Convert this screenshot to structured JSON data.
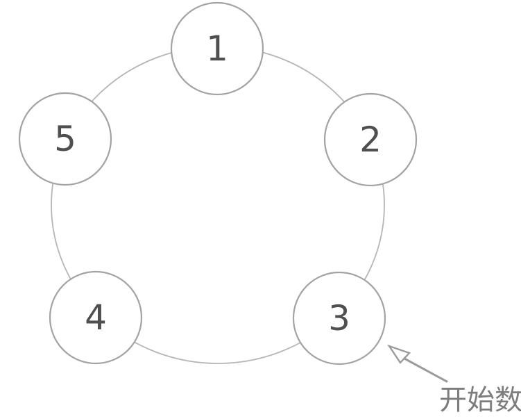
{
  "diagram": {
    "type": "ring-of-nodes",
    "description": "Five numbered circles arranged clockwise on a ring; an arrow marks circle 3 as the starting point for counting",
    "nodes": [
      {
        "label": "1",
        "position": "top"
      },
      {
        "label": "2",
        "position": "right"
      },
      {
        "label": "3",
        "position": "bottom-right"
      },
      {
        "label": "4",
        "position": "bottom-left"
      },
      {
        "label": "5",
        "position": "left"
      }
    ],
    "annotation": {
      "label": "开始数",
      "points_to_node": "3"
    },
    "colors": {
      "background": "#ffffff",
      "ring_stroke": "#b5b5b5",
      "node_stroke": "#a3a3a3",
      "node_fill": "#ffffff",
      "number_color": "#4f4f4f",
      "arrow_color": "#9b9b9b",
      "annotation_color": "#7d7d7d"
    }
  }
}
